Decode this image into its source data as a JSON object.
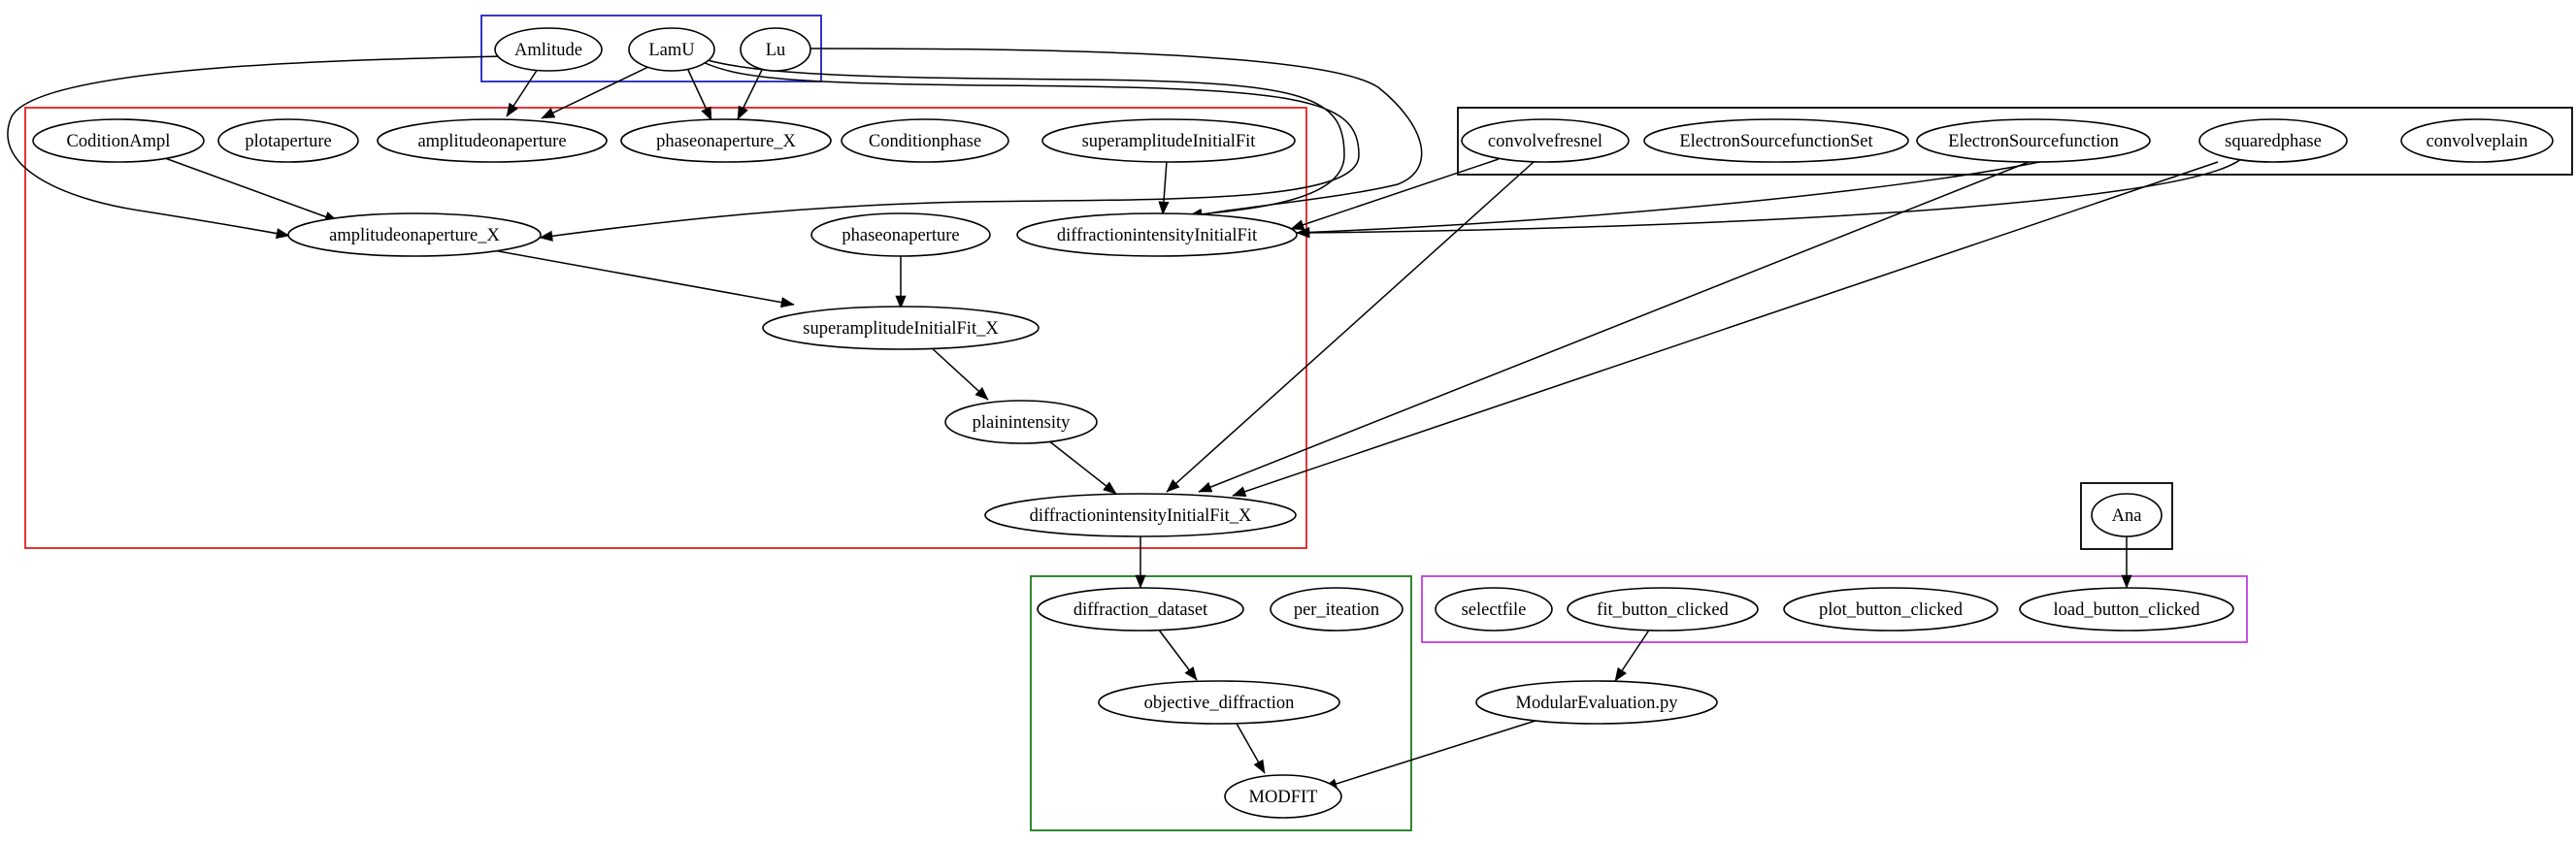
{
  "colors": {
    "cluster_blue": "#2020c0",
    "cluster_red": "#e02020",
    "cluster_green": "#1a7a1a",
    "cluster_purple": "#c040e0",
    "cluster_black": "#000000"
  },
  "nodes": {
    "amlitude": "Amlitude",
    "lamu": "LamU",
    "lu": "Lu",
    "coditionampl": "CoditionAmpl",
    "plotaperture": "plotaperture",
    "amplitudeonaperture": "amplitudeonaperture",
    "phaseonaperture_x": "phaseonaperture_X",
    "conditionphase": "Conditionphase",
    "superamplitudeinitialfit": "superamplitudeInitialFit",
    "amplitudeonaperture_x": "amplitudeonaperture_X",
    "phaseonaperture": "phaseonaperture",
    "diffractionintensityinitialfit": "diffractionintensityInitialFit",
    "superamplitudeinitialfit_x": "superamplitudeInitialFit_X",
    "plainintensity": "plainintensity",
    "diffractionintensityinitialfit_x": "diffractionintensityInitialFit_X",
    "convolvefresnel": "convolvefresnel",
    "electronsourcefunctionset": "ElectronSourcefunctionSet",
    "electronsourcefunction": "ElectronSourcefunction",
    "squaredphase": "squaredphase",
    "convolveplain": "convolveplain",
    "ana": "Ana",
    "diffraction_dataset": "diffraction_dataset",
    "per_iteation": "per_iteation",
    "objective_diffraction": "objective_diffraction",
    "modfit": "MODFIT",
    "selectfile": "selectfile",
    "fit_button_clicked": "fit_button_clicked",
    "plot_button_clicked": "plot_button_clicked",
    "load_button_clicked": "load_button_clicked",
    "modularevaluation": "ModularEvaluation.py"
  }
}
